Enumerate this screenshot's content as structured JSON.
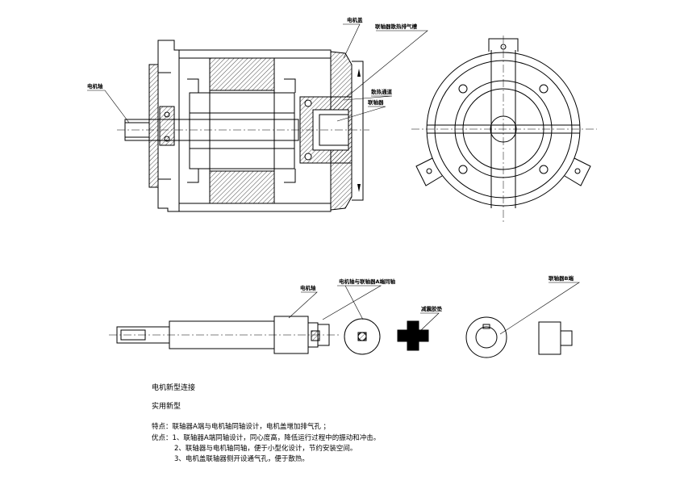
{
  "labels": {
    "motor_cover": "电机盖",
    "coupling_vent": "联轴器散热排气槽",
    "motor_shaft": "电机轴",
    "heat_channel": "散热通道",
    "coupling": "联轴器",
    "motor_shaft_2": "电机轴",
    "coaxial": "电机轴与联轴器A端同轴",
    "damping_pad": "减震胶垫",
    "coupling_b_end": "联轴器B端"
  },
  "text": {
    "title": "电机新型连接",
    "subtitle": "实用新型",
    "feature": "特点：联轴器A端与电机轴同轴设计，电机盖增加排气孔 ；",
    "advantage_1": "优点：1、联轴器A端同轴设计，同心度高，降低运行过程中的振动和冲击。",
    "advantage_2": "2、联轴器与电机轴同轴，便于小型化设计，节约安装空间。",
    "advantage_3": "3、电机盖联轴器侧开设通气孔，便于散热。"
  }
}
